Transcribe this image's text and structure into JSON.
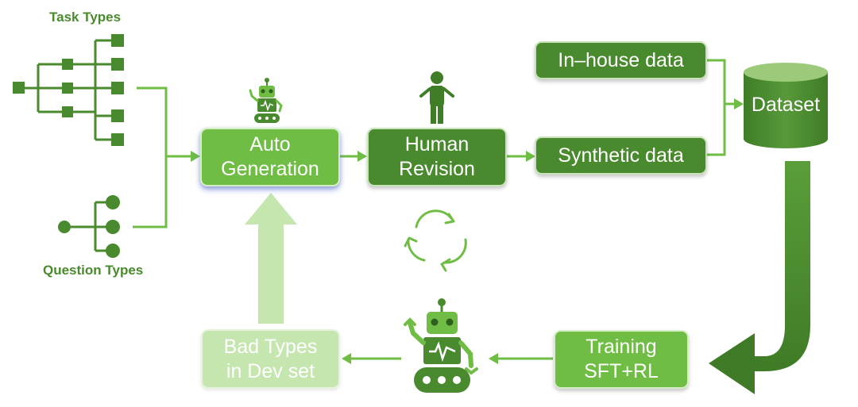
{
  "labels": {
    "task_types": "Task Types",
    "question_types": "Question Types"
  },
  "nodes": {
    "auto_generation": [
      "Auto",
      "Generation"
    ],
    "human_revision": [
      "Human",
      "Revision"
    ],
    "inhouse_data": "In–house data",
    "synthetic_data": "Synthetic data",
    "dataset": "Dataset",
    "training": [
      "Training",
      "SFT+RL"
    ],
    "bad_types": [
      "Bad Types",
      "in Dev set"
    ]
  },
  "icons": {
    "task_tree": "tree-squares-icon",
    "question_tree": "tree-circles-icon",
    "robot_small": "robot-icon",
    "human": "person-icon",
    "cycle": "refresh-cycle-icon",
    "robot_large": "robot-icon"
  },
  "colors": {
    "dark_green": "#4a8a2e",
    "medium_green": "#6fbd45",
    "light_green": "#c6e6b0",
    "text_green": "#4a8a2e"
  }
}
